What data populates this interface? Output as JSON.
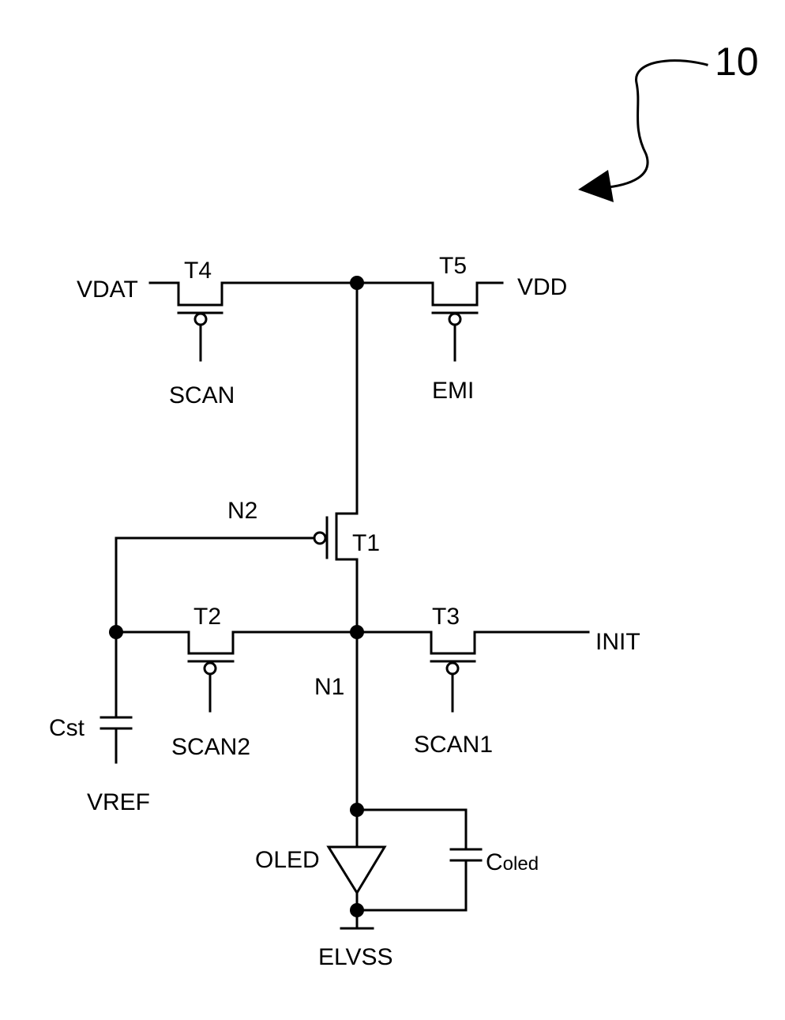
{
  "figure": {
    "ref": "10"
  },
  "labels": {
    "vdat": "VDAT",
    "vdd": "VDD",
    "t4": "T4",
    "t5": "T5",
    "scan": "SCAN",
    "emi": "EMI",
    "n2": "N2",
    "t1": "T1",
    "t2": "T2",
    "t3": "T3",
    "init": "INIT",
    "n1": "N1",
    "cst": "Cst",
    "scan2": "SCAN2",
    "scan1": "SCAN1",
    "vref": "VREF",
    "oled": "OLED",
    "coled_main": "C",
    "coled_sub": "oled",
    "elvss": "ELVSS"
  }
}
